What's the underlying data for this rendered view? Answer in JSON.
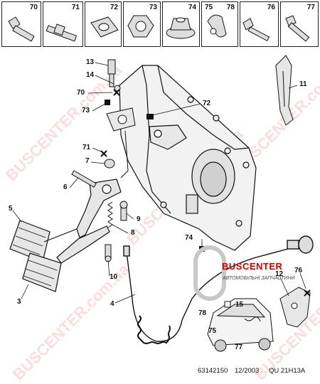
{
  "parts_header": [
    {
      "num": "70"
    },
    {
      "num": "71"
    },
    {
      "num": "72"
    },
    {
      "num": "73"
    },
    {
      "num": "74"
    },
    {
      "num": "75"
    },
    {
      "num": "78"
    },
    {
      "num": "76"
    },
    {
      "num": "77"
    }
  ],
  "callouts": {
    "c13": "13",
    "c14": "14",
    "c70": "70",
    "c73": "73",
    "c72": "72",
    "c71": "71",
    "c7": "7",
    "c6": "6",
    "c5": "5",
    "c9": "9",
    "c8": "8",
    "c74": "74",
    "c10": "10",
    "c3": "3",
    "c4": "4",
    "c11": "11",
    "c12": "12",
    "c76": "76",
    "c15": "15",
    "c78": "78",
    "c75": "75",
    "c77": "77"
  },
  "watermark": {
    "main": "BUSCENTER",
    "domain": "BUSCENTER.com.ua",
    "sub": "АВТОМОБІЛЬНІ ЗАПЧАСТИНИ"
  },
  "footer": {
    "ref": "63142150",
    "date": "12/2003",
    "code": "QU 21H13A"
  }
}
